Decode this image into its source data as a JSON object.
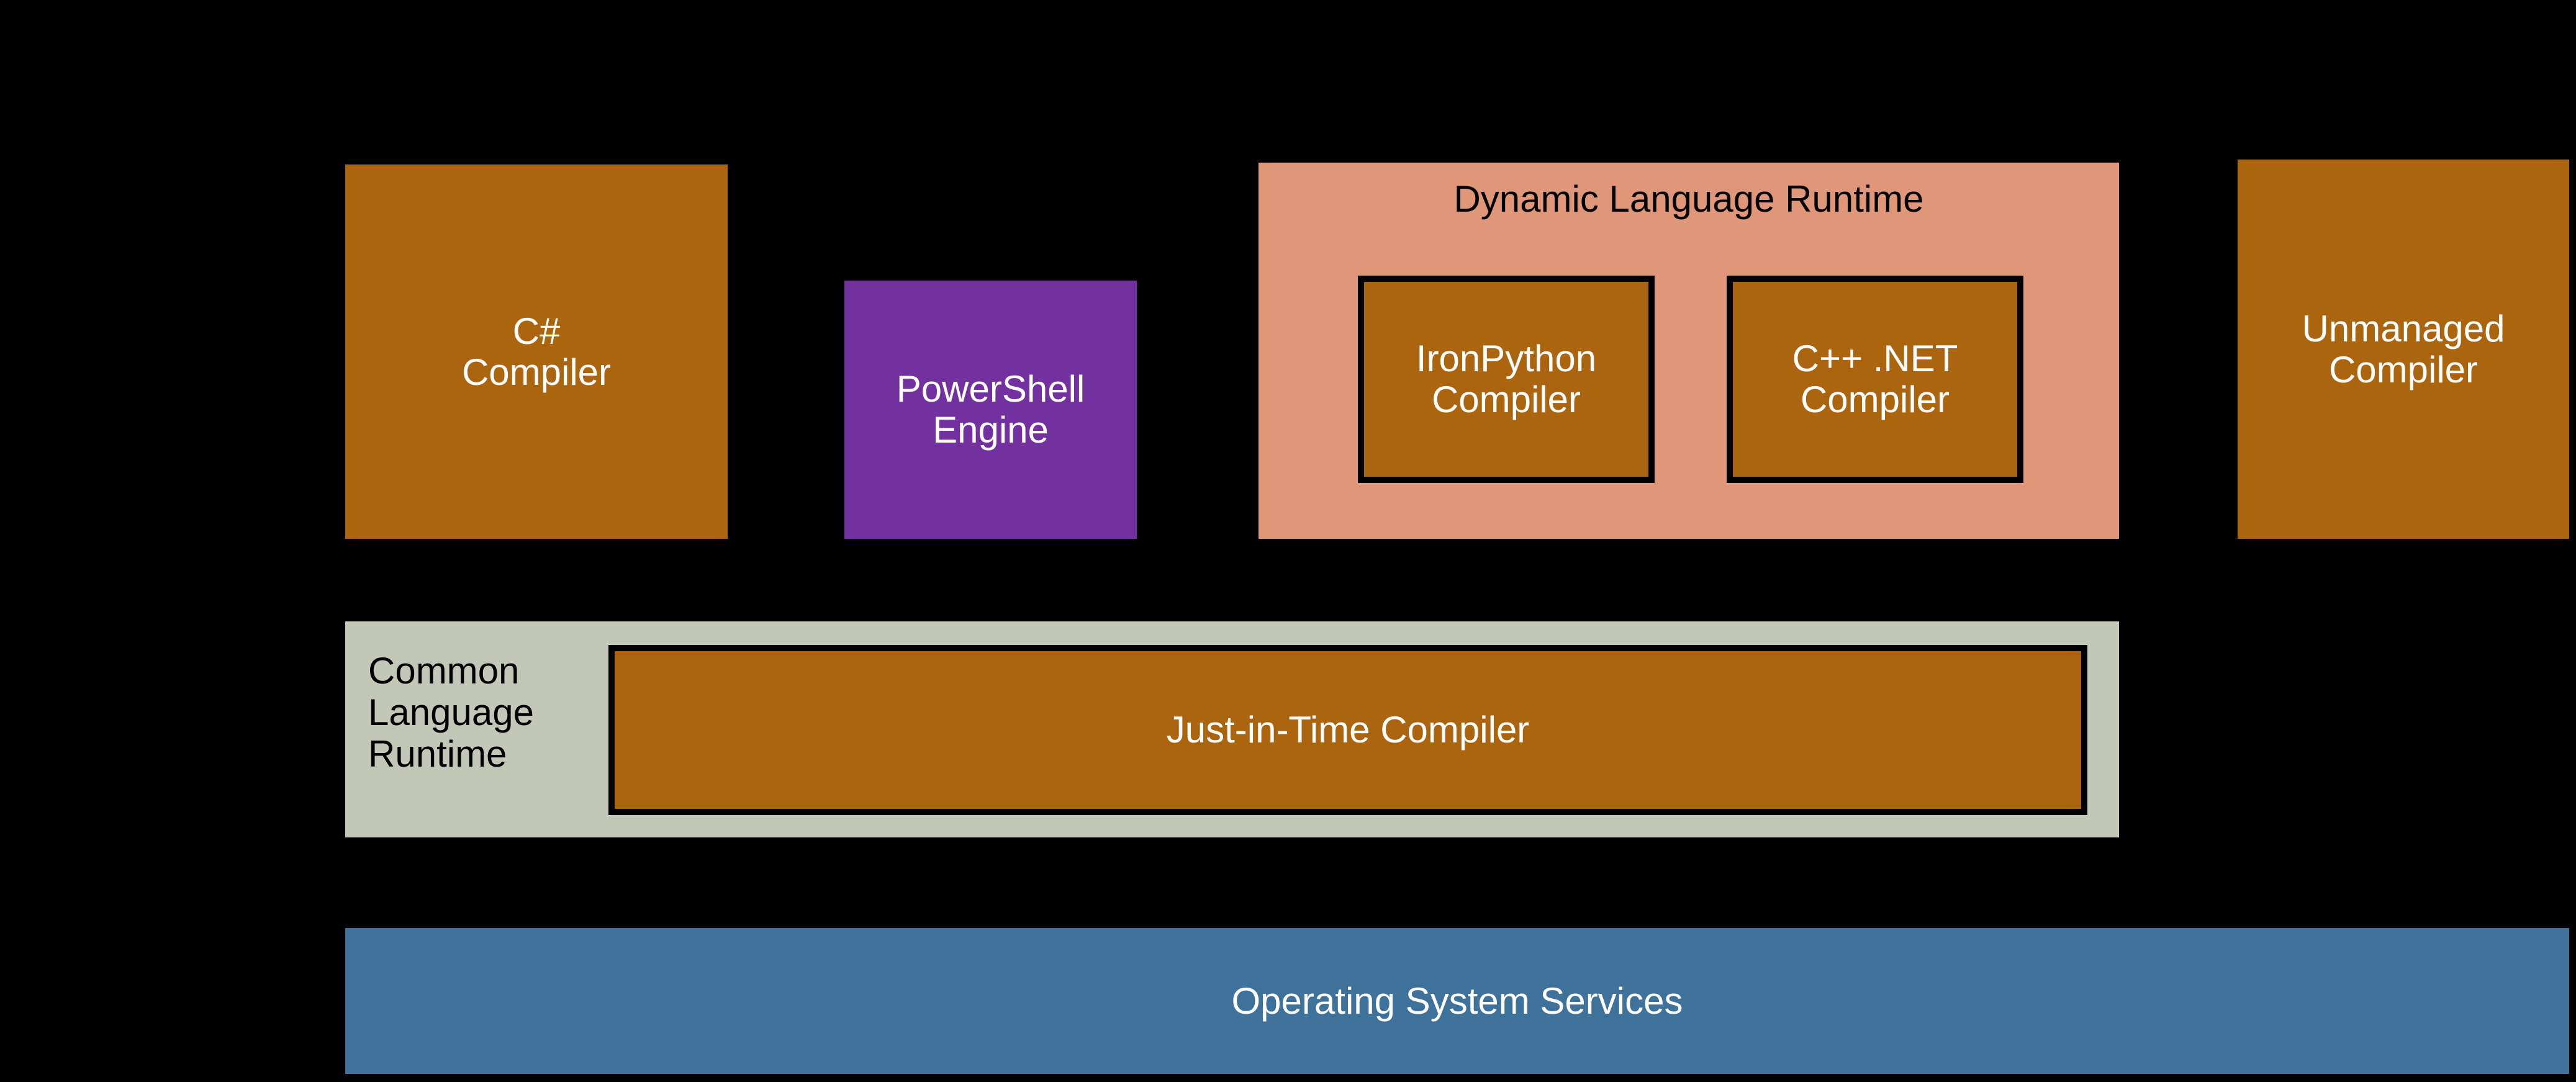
{
  "colors": {
    "background": "#000000",
    "compiler_orange": "#AC650F",
    "powershell_purple": "#7331A0",
    "dlr_salmon": "#E09678",
    "clr_sage": "#C2C7B8",
    "os_blue": "#3F729B",
    "box_border_black": "#000000",
    "light_text": "#FFFFFF",
    "dark_text": "#000000"
  },
  "boxes": {
    "csharp_compiler": {
      "lines": [
        "C#",
        "Compiler"
      ]
    },
    "powershell_engine": {
      "lines": [
        "PowerShell",
        "Engine"
      ]
    },
    "dynamic_language_runtime": {
      "title": "Dynamic Language Runtime",
      "children": {
        "ironpython_compiler": {
          "lines": [
            "IronPython",
            "Compiler"
          ]
        },
        "cpp_net_compiler": {
          "lines": [
            "C++ .NET",
            "Compiler"
          ]
        }
      }
    },
    "unmanaged_compiler": {
      "lines": [
        "Unmanaged",
        "Compiler"
      ]
    },
    "common_language_runtime": {
      "label_lines": [
        "Common",
        "Language",
        "Runtime"
      ],
      "children": {
        "jit_compiler": {
          "label": "Just-in-Time Compiler"
        }
      }
    },
    "operating_system_services": {
      "label": "Operating System Services"
    }
  }
}
